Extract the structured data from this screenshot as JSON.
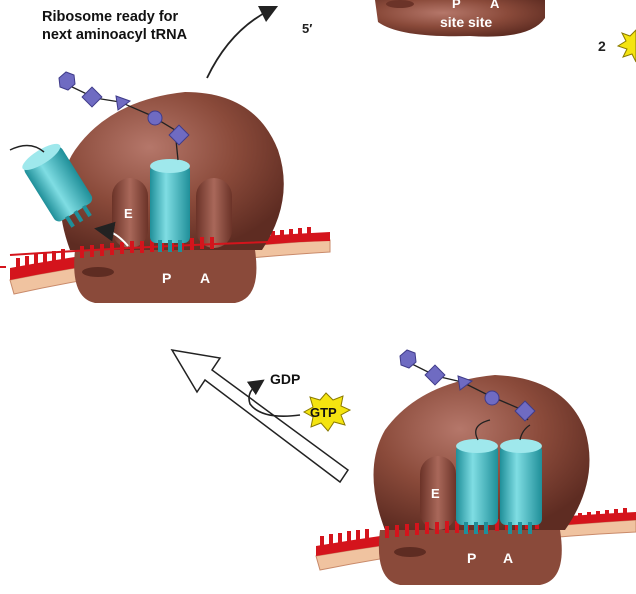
{
  "caption": {
    "line1": "Ribosome ready for",
    "line2": "next aminoacyl tRNA"
  },
  "top_fragment": {
    "five_prime": "5′",
    "p_label": "P",
    "a_label": "A",
    "site_text": "site site"
  },
  "step_number": "2",
  "left_ribosome": {
    "e_label": "E",
    "p_label": "P",
    "a_label": "A"
  },
  "right_ribosome": {
    "e_label": "E",
    "p_label": "P",
    "a_label": "A"
  },
  "energy": {
    "gdp": "GDP",
    "gtp": "GTP"
  },
  "colors": {
    "ribosome": "#8a4a3a",
    "ribosome_dark": "#5e2c22",
    "ribosome_light": "#b07060",
    "trna": "#5cc8cf",
    "trna_dark": "#1f8f99",
    "mrna_red": "#d4141c",
    "mrna_strand": "#f0c3a0",
    "peptide": "#6f6bc2",
    "gtp_star": "#f4e410"
  },
  "icons": [
    "hexagon-amino-acid-icon",
    "diamond-amino-acid-icon",
    "circle-amino-acid-icon",
    "triangle-amino-acid-icon",
    "starburst-icon",
    "curved-arrow-icon",
    "hollow-arrow-icon"
  ]
}
